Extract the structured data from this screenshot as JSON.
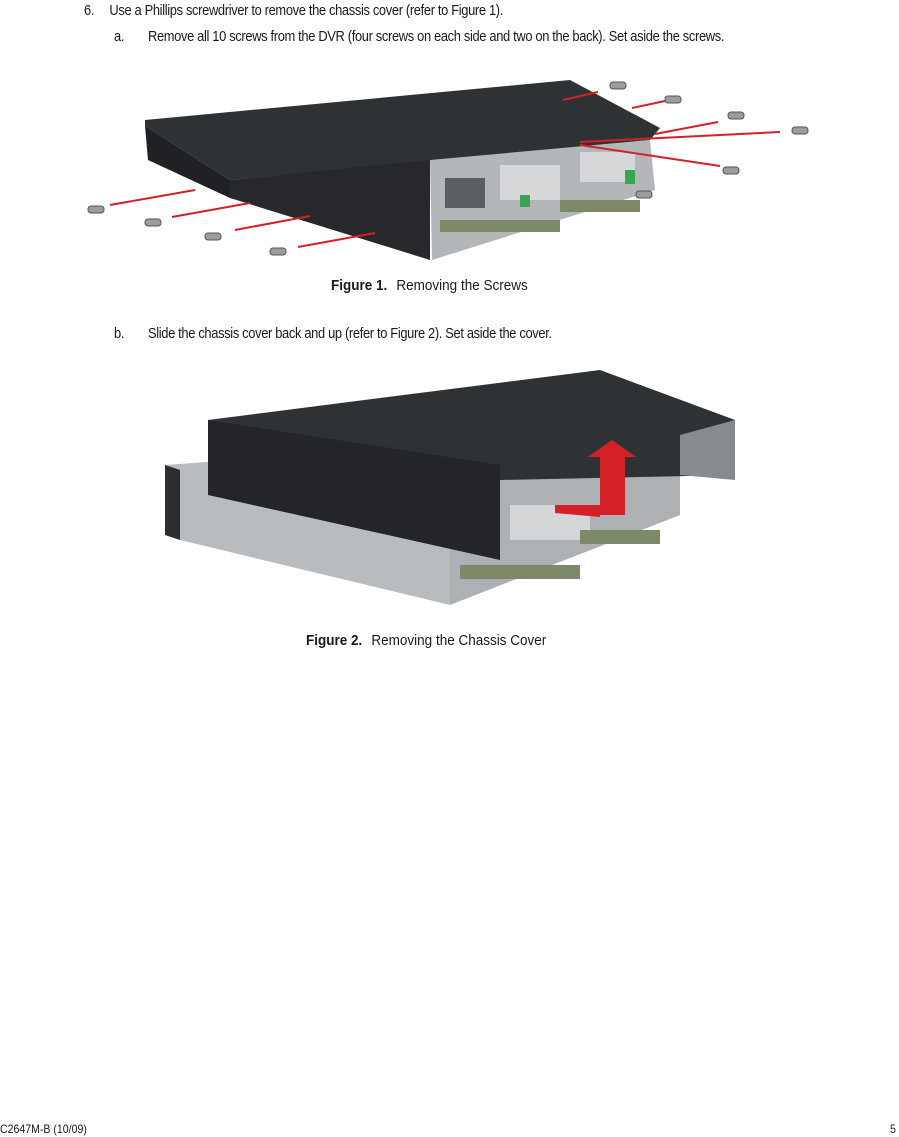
{
  "step6": {
    "number": "6.",
    "text": "Use a Phillips screwdriver to remove the chassis cover (refer to Figure 1)."
  },
  "step_a": {
    "letter": "a.",
    "text": "Remove all 10 screws from the DVR (four screws on each side and two on the back). Set aside the screws."
  },
  "figure1": {
    "label": "Figure 1.",
    "caption": "Removing the Screws"
  },
  "step_b": {
    "letter": "b.",
    "text": "Slide the chassis cover back and up (refer to Figure 2). Set aside the cover."
  },
  "figure2": {
    "label": "Figure 2.",
    "caption": "Removing the Chassis Cover"
  },
  "footer": {
    "doc_id": "C2647M-B (10/09)",
    "page": "5"
  },
  "colors": {
    "line_red": "#d42027",
    "chassis_dark": "#2b2d30",
    "chassis_silver": "#b9bcbf"
  }
}
